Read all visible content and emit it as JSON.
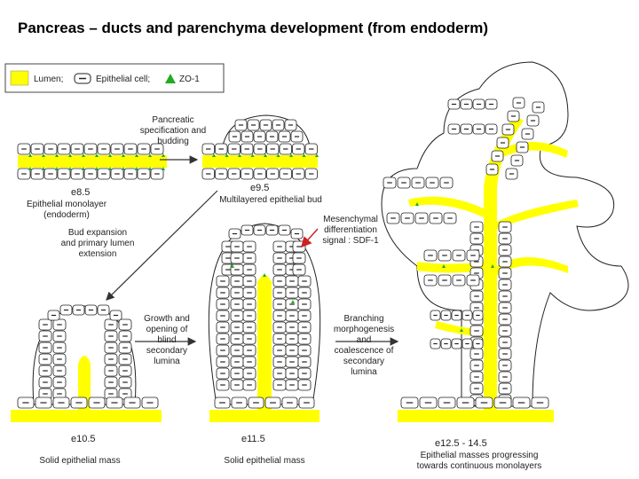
{
  "title": "Pancreas – ducts and parenchyma development (from endoderm)",
  "colors": {
    "lumen": "#ffff00",
    "zo1": "#22aa22",
    "cell_outline": "#222222",
    "arrow": "#333333",
    "mesenchymal_arrow": "#cc2222"
  },
  "legend": {
    "lumen": "Lumen;",
    "epithelial_cell": "Epithelial cell;",
    "zo1": "ZO-1"
  },
  "stages": {
    "e85": {
      "label": "e8.5",
      "lines": [
        "Epithelial monolayer",
        "(endoderm)"
      ]
    },
    "e95": {
      "label": "e9.5",
      "lines": [
        "Multilayered epithelial bud"
      ]
    },
    "e105": {
      "label": "e10.5",
      "lines": [
        "Solid epithelial mass"
      ]
    },
    "e115": {
      "label": "e11.5",
      "lines": [
        "Solid epithelial mass"
      ]
    },
    "e125": {
      "label": "e12.5 - 14.5",
      "lines": [
        "Epithelial masses progressing",
        "towards continuous monolayers"
      ]
    }
  },
  "steps": {
    "specification": [
      "Pancreatic",
      "specification and",
      "budding"
    ],
    "expansion": [
      "Bud expansion",
      "and primary lumen",
      "extension"
    ],
    "mesenchymal": [
      "Mesenchymal",
      "differentiation",
      "signal : SDF-1"
    ],
    "growth": [
      "Growth and",
      "opening of",
      "blind",
      "secondary",
      "lumina"
    ],
    "branching": [
      "Branching",
      "morphogenesis",
      "and",
      "coalescence of",
      "secondary",
      "lumina"
    ]
  }
}
